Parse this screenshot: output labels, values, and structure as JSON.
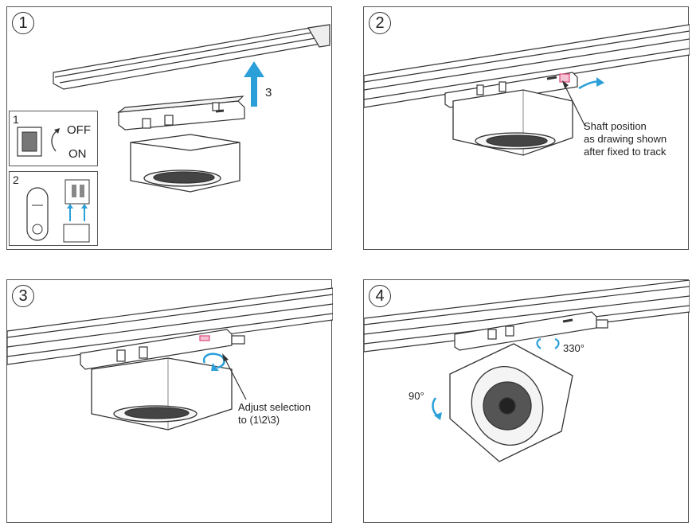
{
  "panels": [
    {
      "number": "1",
      "step_arrow_label": "3",
      "inset_switch": {
        "number": "1",
        "off_label": "OFF",
        "on_label": "ON"
      },
      "inset_adapter": {
        "number": "2"
      }
    },
    {
      "number": "2",
      "note_lines": [
        "Shaft position",
        "as drawing shown",
        "after fixed to track"
      ]
    },
    {
      "number": "3",
      "note_lines": [
        "Adjust selection",
        "to (1\\2\\3)"
      ]
    },
    {
      "number": "4",
      "tilt_label": "90°",
      "rotate_label": "330°"
    }
  ],
  "colors": {
    "accent_blue": "#2a9fd8",
    "line": "#333333",
    "highlight_pink": "#e0457b"
  }
}
